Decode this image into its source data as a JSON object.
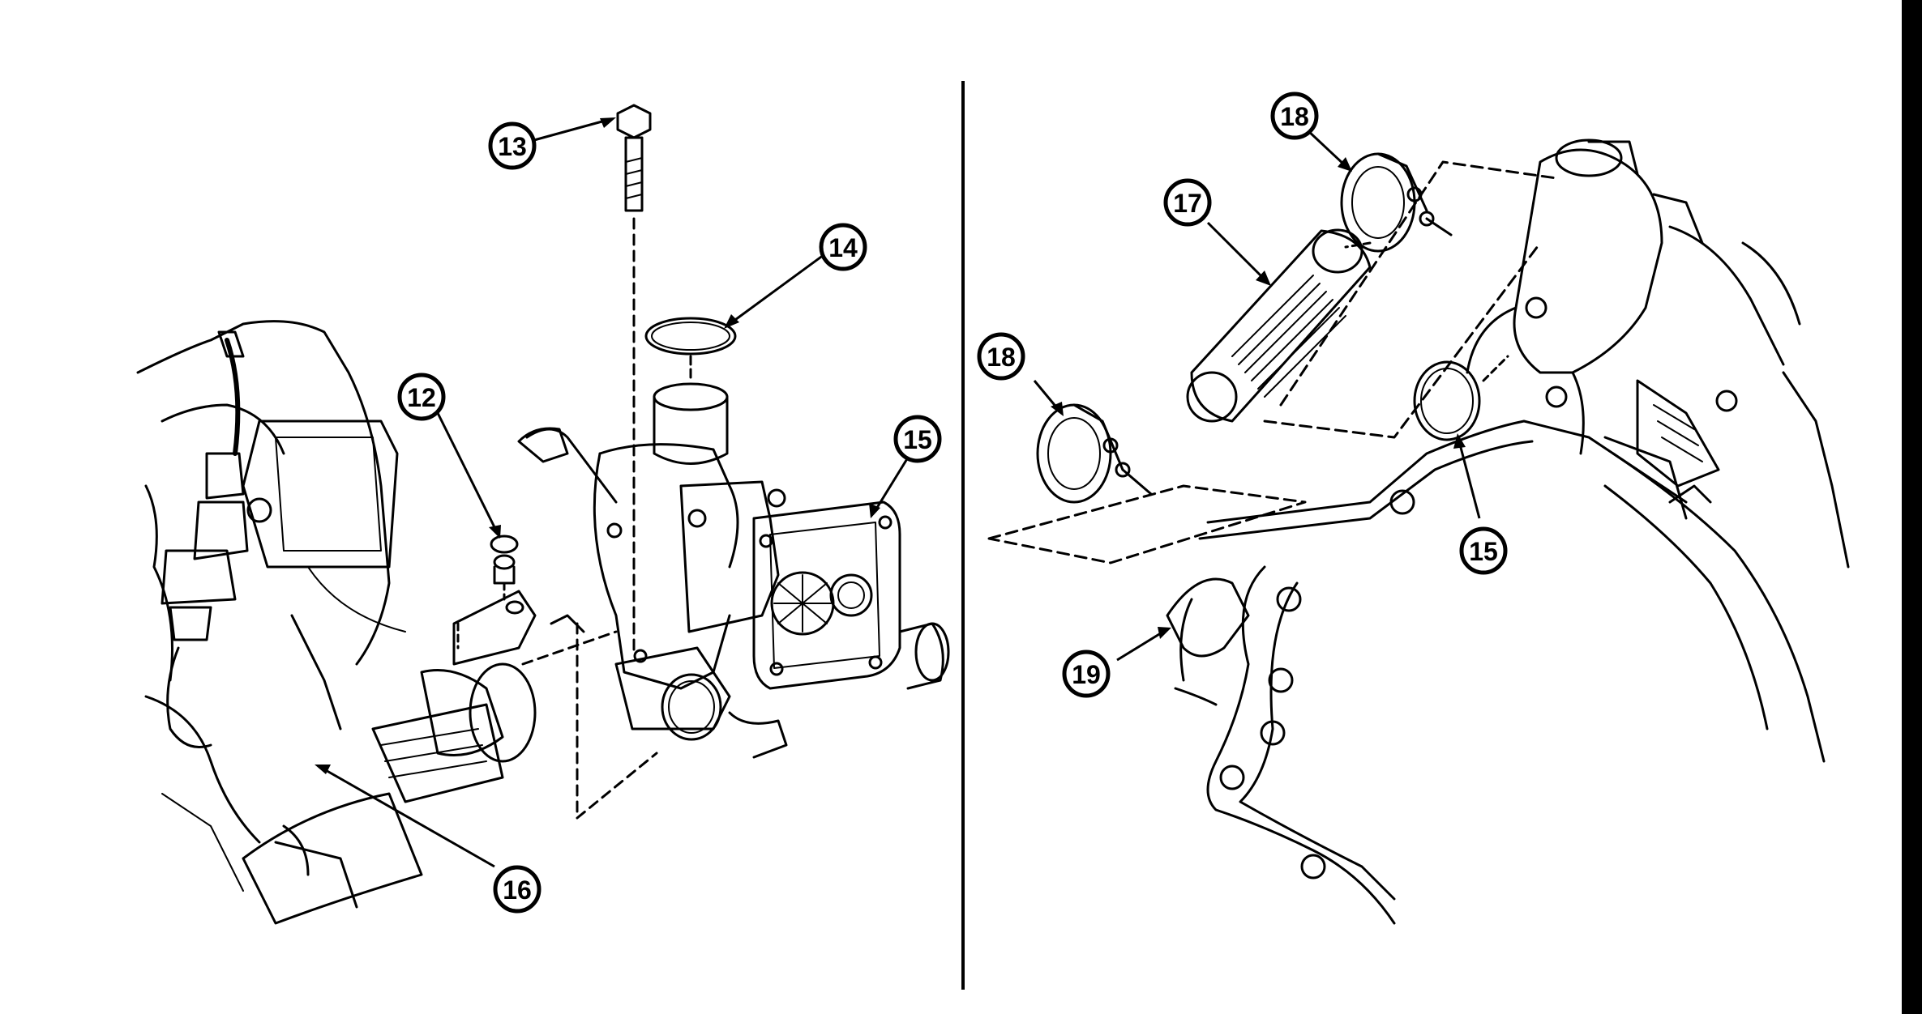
{
  "callouts": {
    "c12": "12",
    "c13": "13",
    "c14": "14",
    "c15_left": "15",
    "c16": "16",
    "c17": "17",
    "c18_top": "18",
    "c18_left": "18",
    "c15_right": "15",
    "c19": "19"
  },
  "colors": {
    "ink": "#000000",
    "paper": "#ffffff"
  }
}
